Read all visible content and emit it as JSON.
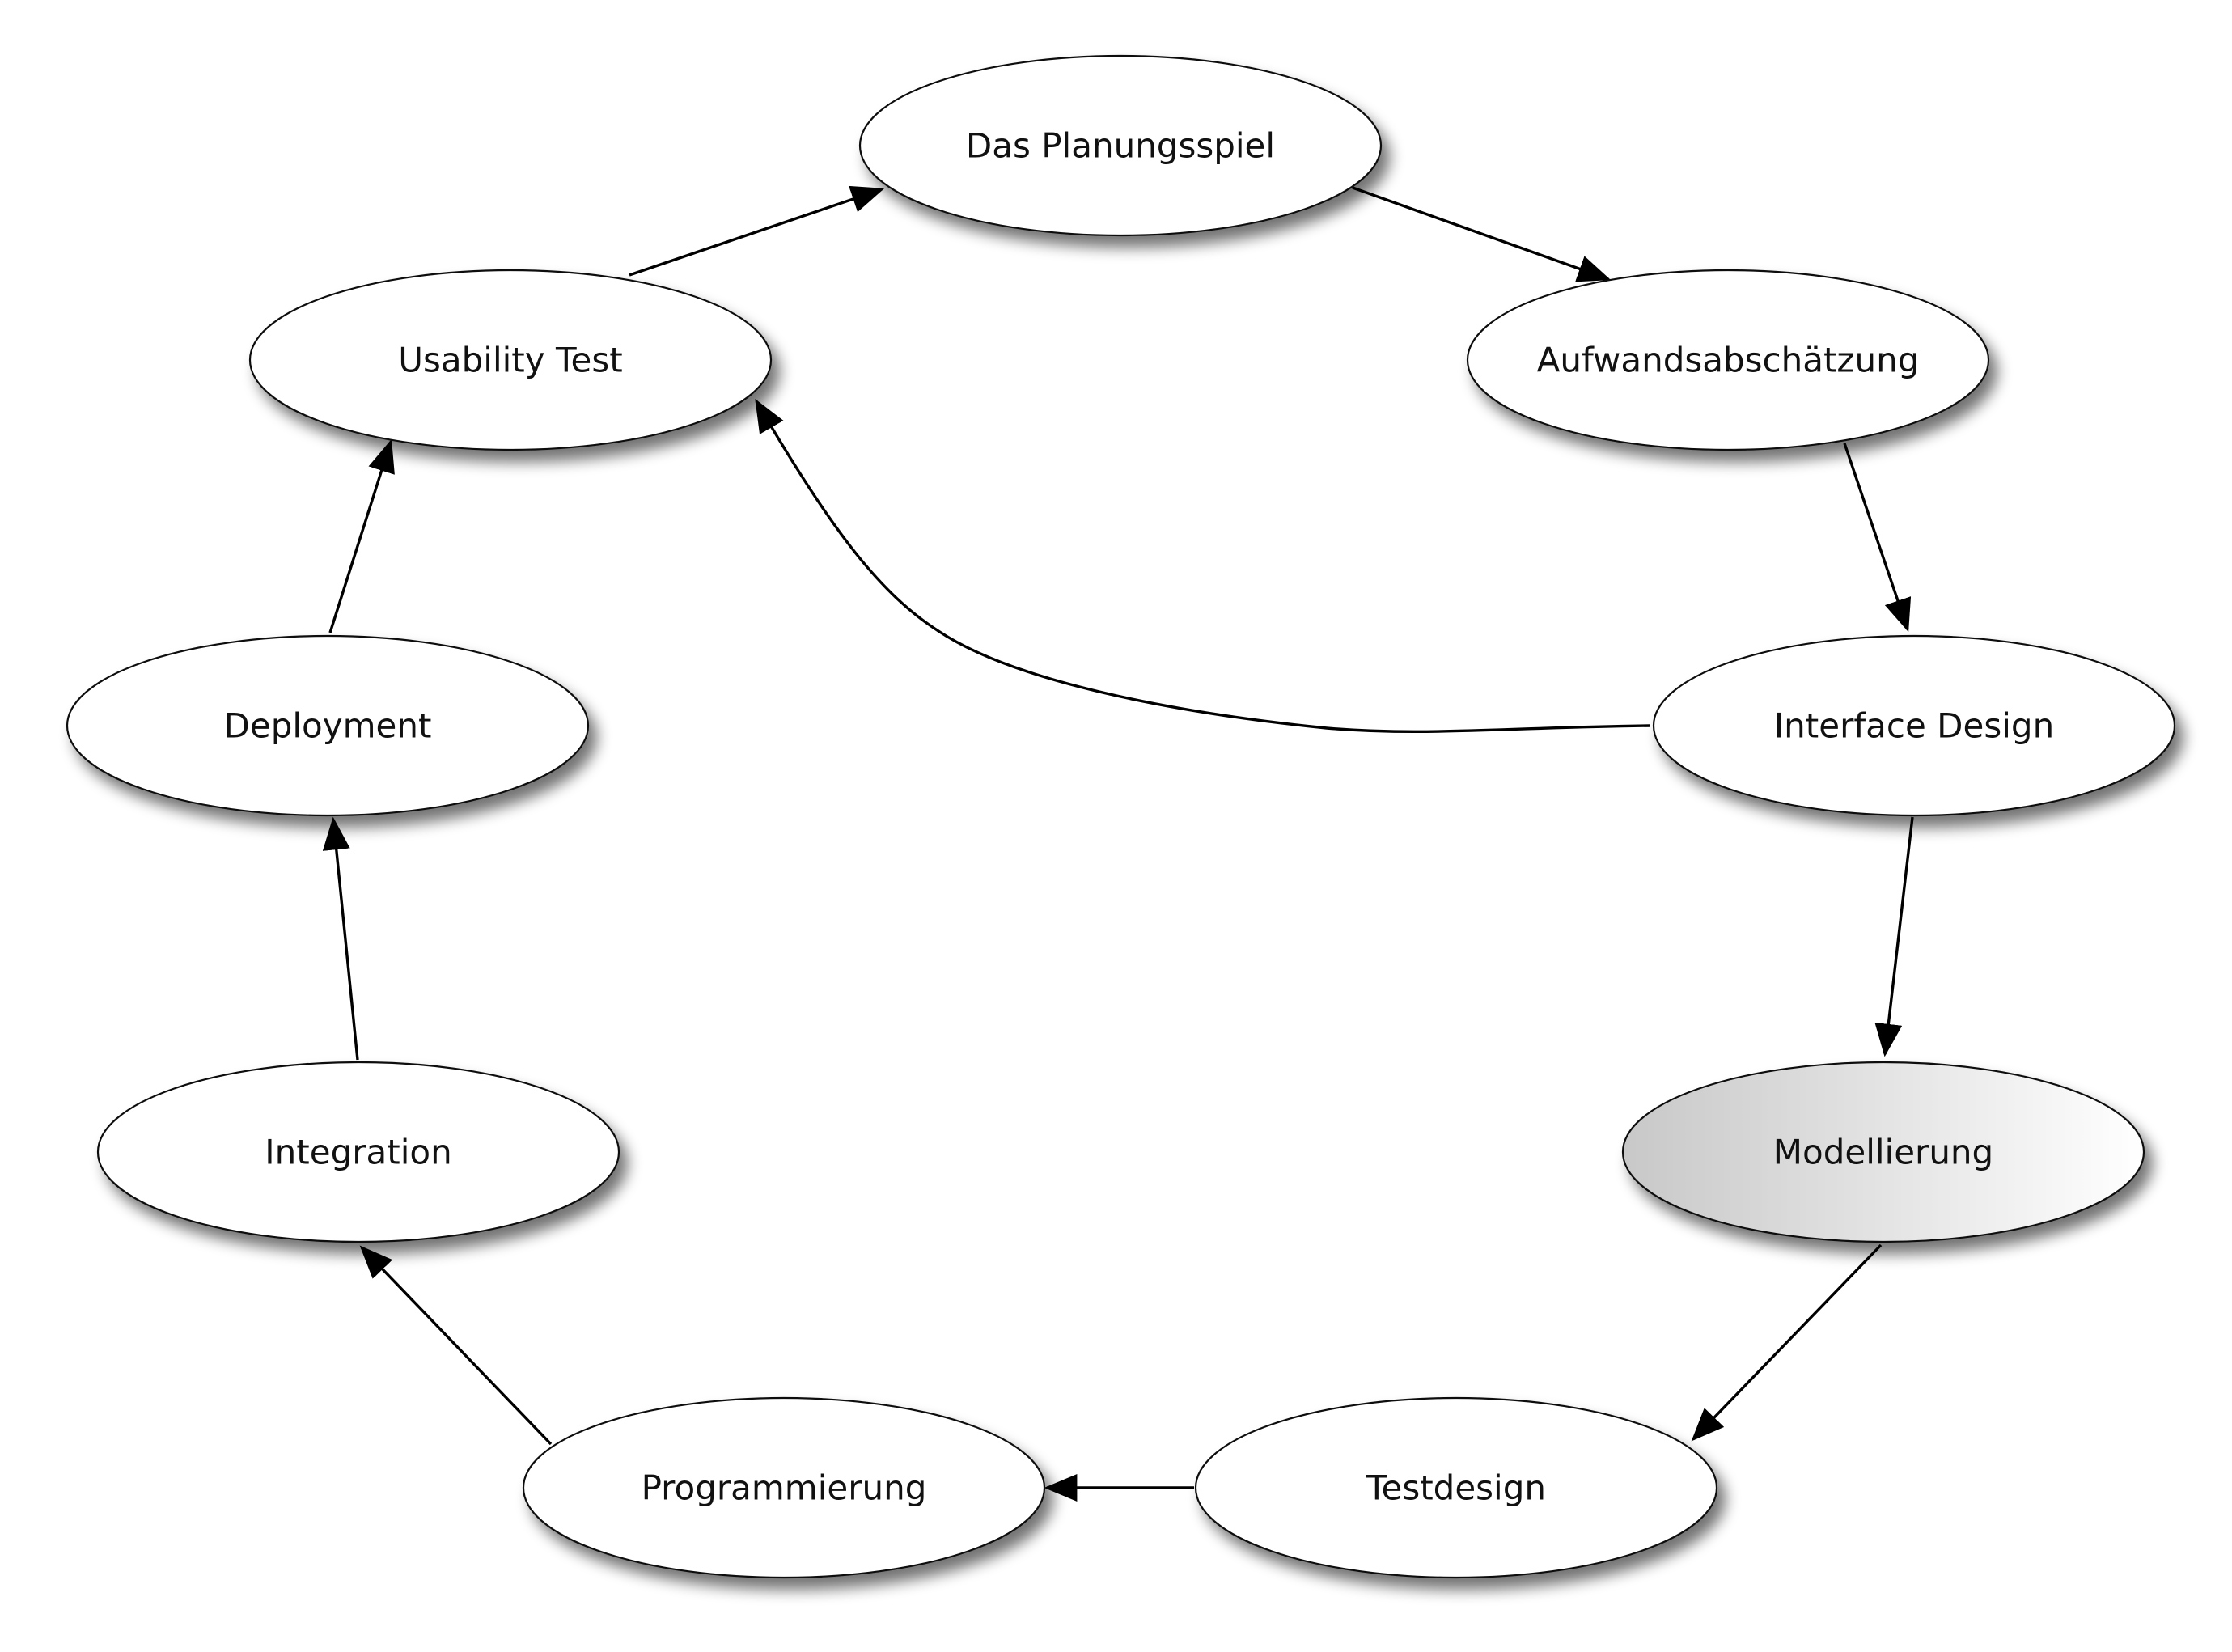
{
  "diagram": {
    "nodes": [
      {
        "id": "planungsspiel",
        "label": "Das Planungsspiel",
        "highlighted": false
      },
      {
        "id": "aufwand",
        "label": "Aufwandsabschätzung",
        "highlighted": false
      },
      {
        "id": "interface",
        "label": "Interface Design",
        "highlighted": false
      },
      {
        "id": "modellierung",
        "label": "Modellierung",
        "highlighted": true
      },
      {
        "id": "testdesign",
        "label": "Testdesign",
        "highlighted": false
      },
      {
        "id": "programmierung",
        "label": "Programmierung",
        "highlighted": false
      },
      {
        "id": "integration",
        "label": "Integration",
        "highlighted": false
      },
      {
        "id": "deployment",
        "label": "Deployment",
        "highlighted": false
      },
      {
        "id": "usability",
        "label": "Usability Test",
        "highlighted": false
      }
    ],
    "edges": [
      {
        "from": "planungsspiel",
        "to": "aufwand"
      },
      {
        "from": "aufwand",
        "to": "interface"
      },
      {
        "from": "interface",
        "to": "modellierung"
      },
      {
        "from": "interface",
        "to": "usability"
      },
      {
        "from": "modellierung",
        "to": "testdesign"
      },
      {
        "from": "testdesign",
        "to": "programmierung"
      },
      {
        "from": "programmierung",
        "to": "integration"
      },
      {
        "from": "integration",
        "to": "deployment"
      },
      {
        "from": "deployment",
        "to": "usability"
      },
      {
        "from": "usability",
        "to": "planungsspiel"
      }
    ],
    "colors": {
      "node_fill": "#ffffff",
      "node_stroke": "#111111",
      "highlight_gradient_start": "#c8c8c8",
      "highlight_gradient_end": "#ffffff",
      "edge": "#000000"
    }
  }
}
